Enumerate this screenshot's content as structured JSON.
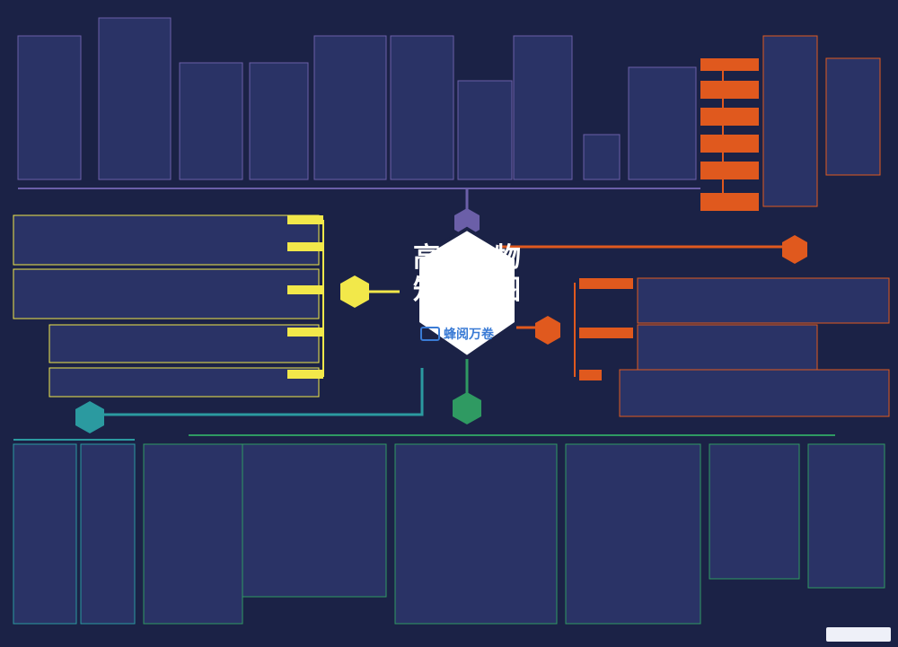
{
  "center": {
    "title_line1": "高中生物",
    "title_line2": "知识导图",
    "brand": "蜂阅万卷"
  },
  "colors": {
    "background": "#1b2246",
    "center_fill": "#ffffff",
    "center_border": "#1b2246",
    "purple": "#6b5fa8",
    "orange": "#e0591e",
    "yellow": "#f2e84a",
    "green": "#2f9a62",
    "teal": "#2b9aa0",
    "node_light": "#f4f6ff"
  },
  "hubs": [
    {
      "id": "top",
      "color": "#6b5fa8"
    },
    {
      "id": "right-top",
      "color": "#e0591e"
    },
    {
      "id": "right",
      "color": "#e0591e"
    },
    {
      "id": "left",
      "color": "#f2e84a"
    },
    {
      "id": "bottom",
      "color": "#2f9a62"
    },
    {
      "id": "bottom-left",
      "color": "#2b9aa0"
    }
  ]
}
